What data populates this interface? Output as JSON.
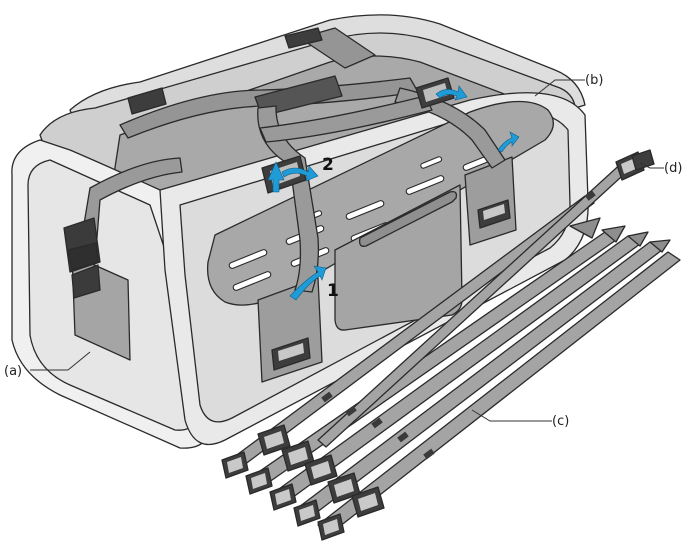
{
  "callouts": {
    "a": "(a)",
    "b": "(b)",
    "c": "(c)",
    "d": "(d)"
  },
  "steps": {
    "one": "1",
    "two": "2"
  },
  "colors": {
    "body_light": "#ececec",
    "body_mid": "#d9d9d9",
    "panel_grey": "#a8a8a8",
    "strap_grey": "#9a9a9a",
    "buckle_dark": "#3b3b3b",
    "arrow_blue": "#1f9bd7"
  }
}
